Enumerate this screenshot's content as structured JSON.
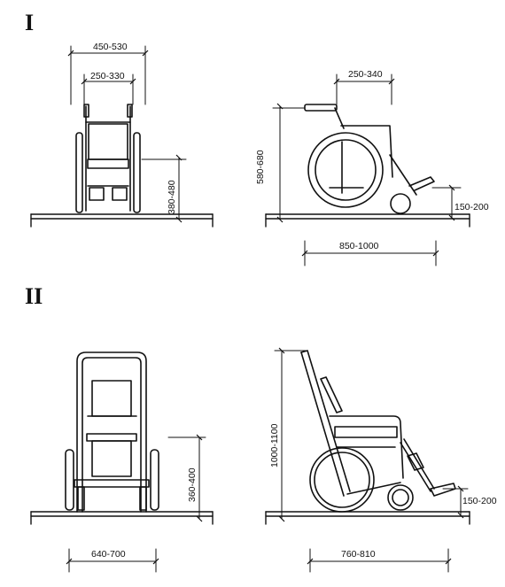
{
  "sections": [
    {
      "numeral": "I",
      "front_view": {
        "overall_width": "450-530",
        "seat_width": "250-330",
        "seat_height": "380-480"
      },
      "side_view": {
        "armrest_length": "250-340",
        "armrest_height": "580-680",
        "footrest_height": "150-200",
        "overall_length": "850-1000"
      }
    },
    {
      "numeral": "II",
      "front_view": {
        "overall_width": "640-700",
        "seat_height": "360-400"
      },
      "side_view": {
        "overall_height": "1000-1100",
        "footrest_height": "150-200",
        "overall_length": "760-810"
      }
    }
  ]
}
